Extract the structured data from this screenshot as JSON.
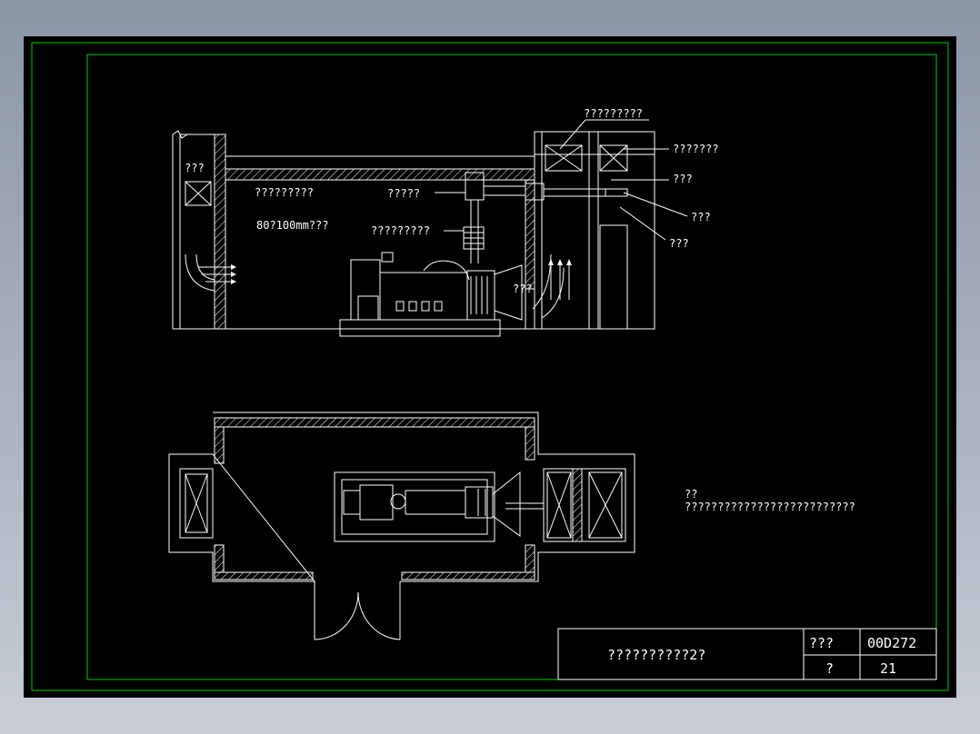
{
  "colors": {
    "background": "#000000",
    "frame": "#00d000",
    "lines": "#ffffff"
  },
  "section_view": {
    "labels": {
      "top_callout": "?????????",
      "right_1": "???????",
      "right_2": "???",
      "right_3": "???",
      "right_4": "???",
      "left_room": "???",
      "ceiling_item": "?????????",
      "duct_label": "?????",
      "insulation": "80?100mm???",
      "pipe_label": "?????????",
      "radiator": "???"
    }
  },
  "plan_view": {
    "note_heading": "??",
    "note_text": "??????????????????????????"
  },
  "title_block": {
    "drawing_title": "??????????2?",
    "label_1": "???",
    "code": "00D272",
    "label_2": "?",
    "page": "21"
  }
}
